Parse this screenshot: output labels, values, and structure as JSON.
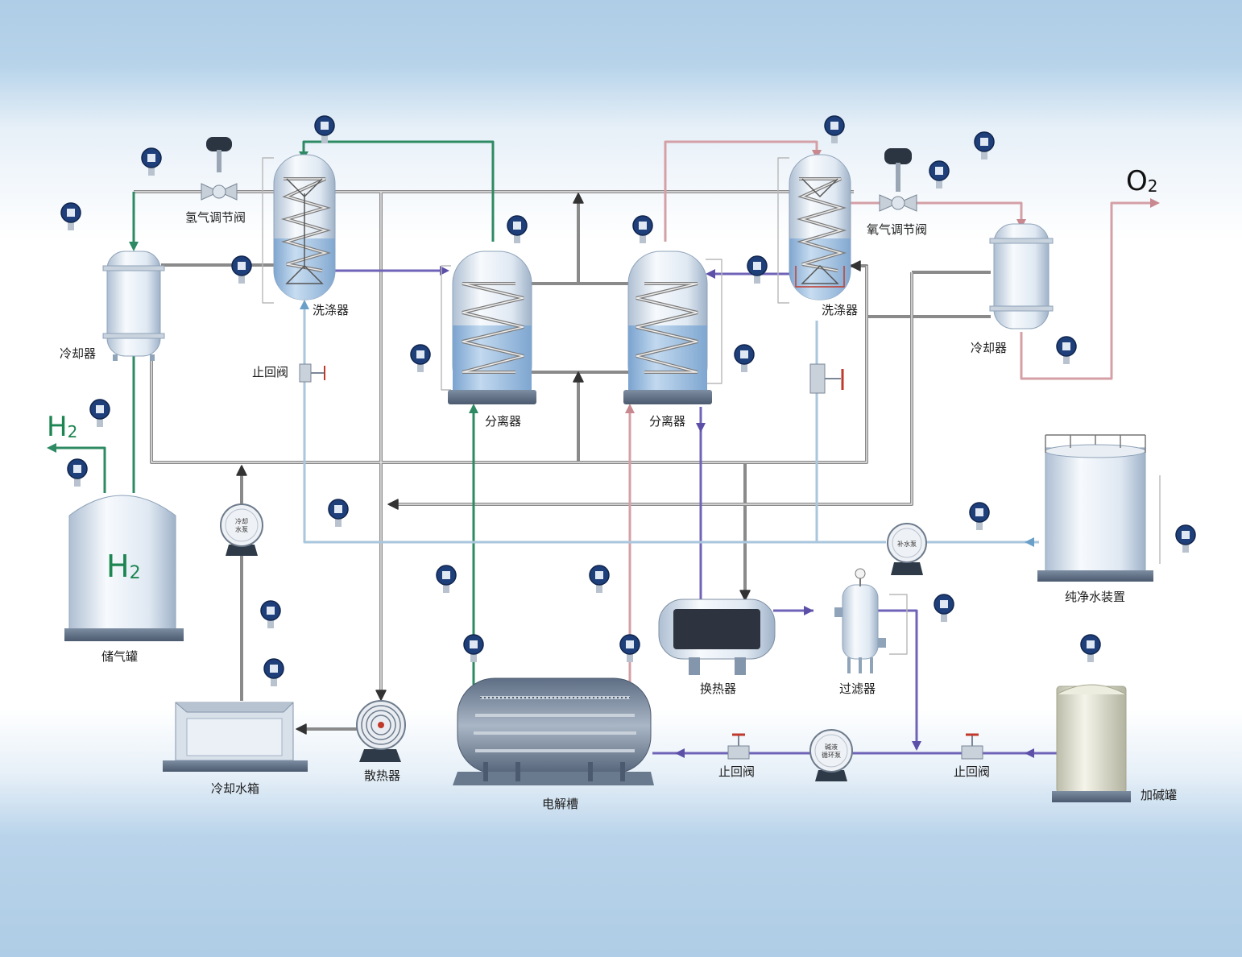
{
  "labels": {
    "h2_valve": "氢气调节阀",
    "o2_valve": "氧气调节阀",
    "scrubber_left": "洗涤器",
    "scrubber_right": "洗涤器",
    "cooler_left": "冷却器",
    "cooler_right": "冷却器",
    "separator_left": "分离器",
    "separator_right": "分离器",
    "check_valve_left": "止回阀",
    "check_valve_bottom_1": "止回阀",
    "check_valve_bottom_2": "止回阀",
    "storage_tank": "储气罐",
    "cooling_tank": "冷却水箱",
    "radiator": "散热器",
    "electrolyzer": "电解槽",
    "heat_exchanger": "换热器",
    "filter": "过滤器",
    "pure_water": "纯净水装置",
    "alkali_tank": "加碱罐"
  },
  "outlets": {
    "h2_main": "H",
    "h2_sub": "2",
    "o2_main": "O",
    "o2_sub": "2",
    "tank_h2_main": "H",
    "tank_h2_sub": "2"
  },
  "pumps": {
    "cooling_pump_line1": "冷却",
    "cooling_pump_line2": "水泵",
    "makeup_pump": "补水泵",
    "alkali_pump_line1": "碱液",
    "alkali_pump_line2": "循环泵"
  },
  "colors": {
    "hydrogen_line": "#2e8a63",
    "oxygen_line": "#d4a0a6",
    "alkali_line": "#6f63b8",
    "water_line": "#a9c6dc",
    "gray_line": "#8a8a8a",
    "h2_text": "#1d8552"
  }
}
